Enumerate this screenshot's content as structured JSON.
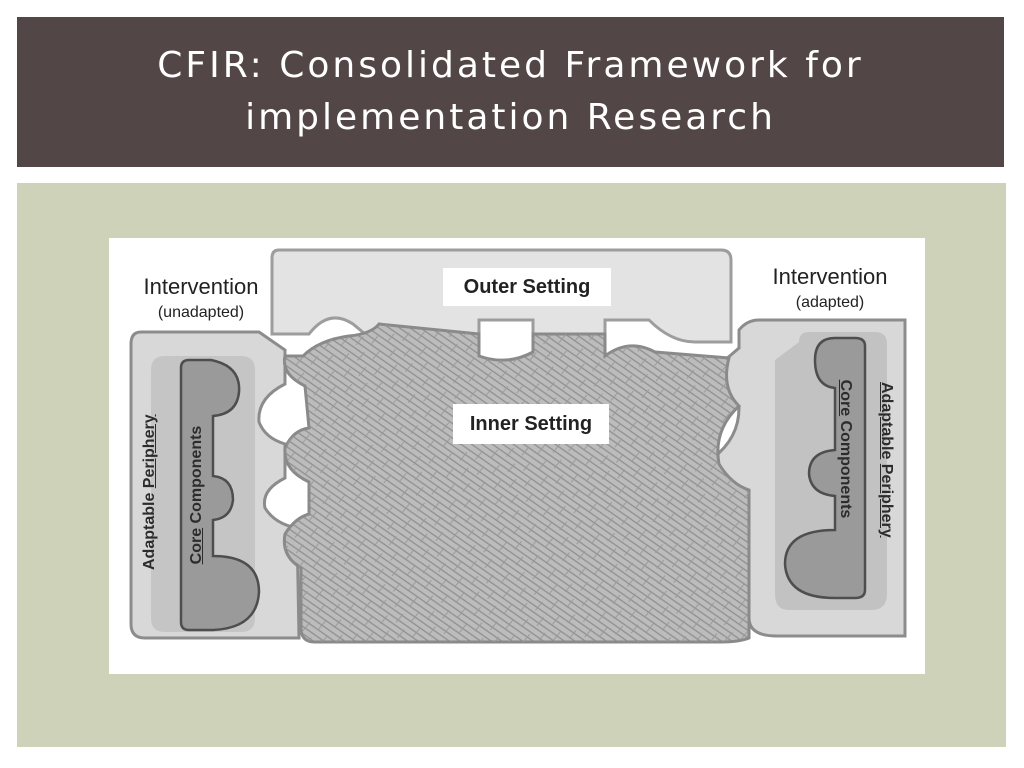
{
  "slide": {
    "title_line1": "CFIR: Consolidated Framework for",
    "title_line2": "implementation Research"
  },
  "diagram": {
    "outer_setting": "Outer Setting",
    "inner_setting": "Inner Setting",
    "left": {
      "heading": "Intervention",
      "subheading": "(unadapted)",
      "periphery_prefix": "Adaptable ",
      "periphery_underlined": "Periphery",
      "core_underlined": "Core",
      "core_suffix": " Components"
    },
    "right": {
      "heading": "Intervention",
      "subheading": "(adapted)",
      "core_underlined": "Core",
      "core_suffix": " Components",
      "periphery_underlined_1": "Adaptable",
      "periphery_middle": " ",
      "periphery_underlined_2": "Periphery"
    }
  },
  "colors": {
    "title_band": "#524746",
    "panel": "#cdd2b9",
    "outer_fill": "#e3e3e3",
    "inner_fill": "#b9b9b9",
    "core_fill": "#9a9a9a"
  }
}
